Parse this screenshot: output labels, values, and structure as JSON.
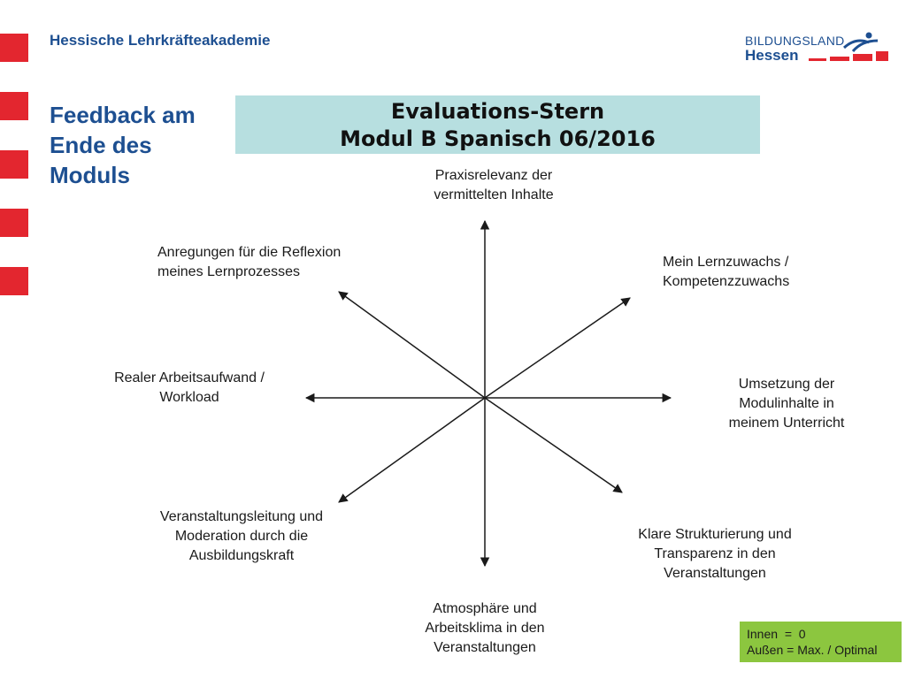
{
  "header": {
    "org_name": "Hessische Lehrkräfteakademie",
    "logo_line1": "BILDUNGSLAND",
    "logo_line2": "Hessen"
  },
  "slide": {
    "title": "Feedback am Ende des Moduls",
    "box_title_line1": "Evaluations-Stern",
    "box_title_line2": "Modul B Spanisch 06/2016"
  },
  "star": {
    "axes": [
      {
        "id": "top",
        "label": "Praxisrelevanz der vermittelten Inhalte"
      },
      {
        "id": "top-right",
        "label": "Mein Lernzuwachs / Kompetenzzuwachs"
      },
      {
        "id": "right",
        "label": "Umsetzung der Modulinhalte in meinem Unterricht"
      },
      {
        "id": "bottom-right",
        "label": "Klare Strukturierung und Transparenz in den Veranstaltungen"
      },
      {
        "id": "bottom",
        "label": "Atmosphäre und Arbeitsklima in den Veranstaltungen"
      },
      {
        "id": "bottom-left",
        "label": "Veranstaltungsleitung und Moderation durch die Ausbildungskraft"
      },
      {
        "id": "left",
        "label": "Realer Arbeitsaufwand / Workload"
      },
      {
        "id": "top-left",
        "label": "Anregungen für die Reflexion meines Lernprozesses"
      }
    ]
  },
  "legend": {
    "inner": "Innen  =  0",
    "outer": "Außen = Max. / Optimal"
  },
  "colors": {
    "accent_red": "#e3262f",
    "brand_blue": "#1d4f91",
    "title_box": "#b7dfe0",
    "legend_box": "#8cc63f"
  }
}
